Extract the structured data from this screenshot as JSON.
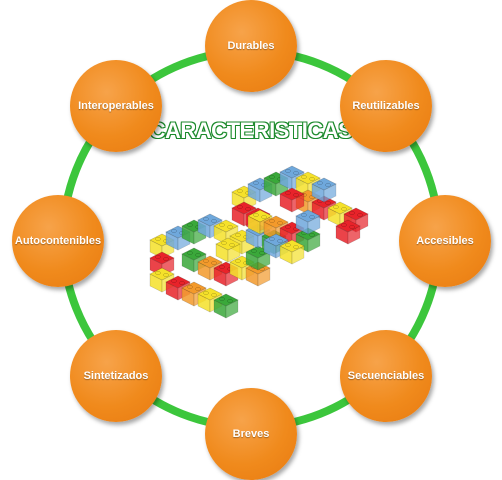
{
  "title": "CARACTERISTICAS",
  "nodes": [
    {
      "label": "Durables"
    },
    {
      "label": "Reutilizables"
    },
    {
      "label": "Accesibles"
    },
    {
      "label": "Secuenciables"
    },
    {
      "label": "Breves"
    },
    {
      "label": "Sintetizados"
    },
    {
      "label": "Autocontenibles"
    },
    {
      "label": "Interoperables"
    }
  ],
  "colors": {
    "ring": "#3cc63c",
    "node": "#f08a1c",
    "title_outline": "#1c8a2c",
    "brick_red": "#e8232a",
    "brick_yellow": "#f5e12a",
    "brick_green": "#3aa83a",
    "brick_blue": "#6fa8dc",
    "brick_orange": "#f39a2b"
  },
  "center_image": {
    "icon": "lego-bricks-icon"
  }
}
